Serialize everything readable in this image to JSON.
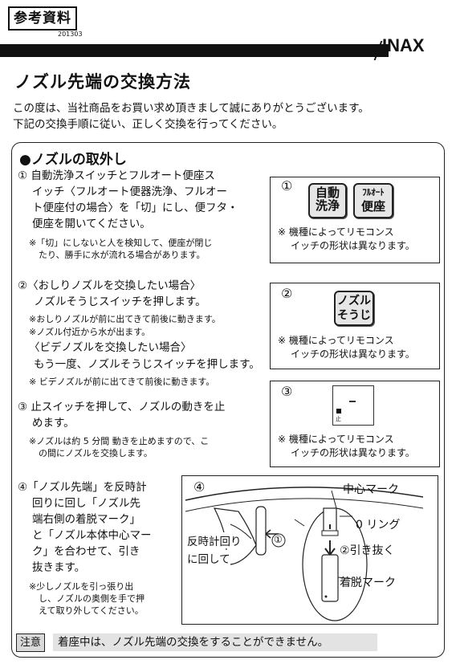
{
  "header": {
    "ref_label": "参考資料",
    "ref_date": "201303",
    "brand": "INAX"
  },
  "title": "ノズル先端の交換方法",
  "intro": [
    "この度は、当社商品をお買い求め頂きまして誠にありがとうございます。",
    "下記の交換手順に従い、正しく交換を行ってください。"
  ],
  "section_title": "●ノズルの取外し",
  "step1": {
    "lines": [
      "① 自動洗浄スイッチとフルオート便座ス",
      "イッチ〈フルオート便器洗浄、フルオー",
      "ト便座付の場合〉を「切」にし、便フタ・",
      "便座を開いてください。"
    ],
    "notes": [
      "※「切」にしないと人を検知して、便座が閉じ",
      "たり、勝手に水が流れる場合があります。"
    ]
  },
  "step2": {
    "lines_a": [
      "②〈おしりノズルを交換したい場合〉",
      "ノズルそうじスイッチを押します。"
    ],
    "notes_a": [
      "※おしりノズルが前に出てきて前後に動きます。",
      "※ノズル付近から水が出ます。"
    ],
    "lines_b": [
      "〈ビデノズルを交換したい場合〉",
      "もう一度、ノズルそうじスイッチを押します。"
    ],
    "notes_b": [
      "※ ビデノズルが前に出てきて前後に動きます。"
    ]
  },
  "step3": {
    "lines": [
      "③ 止スイッチを押して、ノズルの動きを止",
      "めます。"
    ],
    "notes": [
      "※ノズルは約 5 分間 動きを止めますので、こ",
      "の間にノズルを交換します。"
    ]
  },
  "step4": {
    "lines": [
      "④「ノズル先端」を反時計",
      "回りに回し「ノズル先",
      "端右側の着脱マーク」",
      "と「ノズル本体中心マー",
      "ク」を合わせて、引き",
      "抜きます。"
    ],
    "notes": [
      "※少しノズルを引っ張り出",
      "し、ノズルの奥側を手で押",
      "えて取り外してください。"
    ]
  },
  "remote1": {
    "num": "①",
    "btn_auto": "自動\n洗浄",
    "btn_fullauto_top": "ﾌﾙｵｰﾄ",
    "btn_fullauto_bottom": "便座",
    "note": [
      "※ 機種によってリモコンス",
      "イッチの形状は異なります。"
    ]
  },
  "remote2": {
    "num": "②",
    "btn_top": "ノズル",
    "btn_bottom": "そうじ",
    "note": [
      "※ 機種によってリモコンス",
      "イッチの形状は異なります。"
    ]
  },
  "remote3": {
    "num": "③",
    "stop_label": "止",
    "note": [
      "※ 機種によってリモコンス",
      "イッチの形状は異なります。"
    ]
  },
  "diagram": {
    "num": "④",
    "center_mark": "中心マーク",
    "oring": "0 リング",
    "pull": "②引き抜く",
    "attach_mark": "着脱マーク",
    "ccw_line1": "反時計回り",
    "ccw_line2": "に回して",
    "step1": "①"
  },
  "caution": {
    "label": "注意",
    "text": "着座中は、ノズル先端の交換をすることができません。"
  }
}
